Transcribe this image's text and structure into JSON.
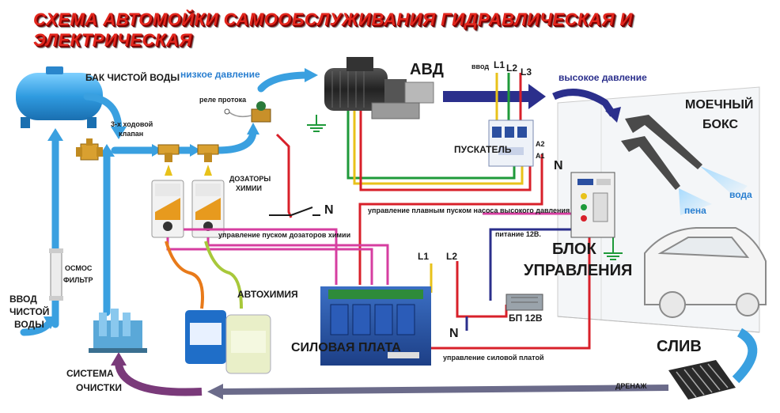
{
  "title": "СХЕМА АВТОМОЙКИ САМООБСЛУЖИВАНИЯ  ГИДРАВЛИЧЕСКАЯ И ЭЛЕКТРИЧЕСКАЯ",
  "labels": {
    "tank": "БАК ЧИСТОЙ ВОДЫ",
    "low_pressure": "низкое давление",
    "flow_relay": "реле протока",
    "valve_line1": "3-х ходовой",
    "valve_line2": "клапан",
    "dosers_line1": "ДОЗАТОРЫ",
    "dosers_line2": "ХИМИИ",
    "avd": "АВД",
    "input": "ввод",
    "l1": "L1",
    "l2": "L2",
    "l3": "L3",
    "high_pressure": "высокое давление",
    "starter": "ПУСКАТЕЛЬ",
    "a1": "А1",
    "a2": "А2",
    "n": "N",
    "box_line1": "МОЕЧНЫЙ",
    "box_line2": "БОКС",
    "water": "вода",
    "foam": "пена",
    "soft_start_control": "управление плавным пуском насоса высокого давления",
    "power_12v": "питание 12В.",
    "control_unit_line1": "БЛОК",
    "control_unit_line2": "УПРАВЛЕНИЯ",
    "doser_start_control": "управление пуском дозаторов химии",
    "osmos_line1": "ОСМОС",
    "osmos_line2": "ФИЛЬТР",
    "water_in_line1": "ВВОД",
    "water_in_line2": "ЧИСТОЙ",
    "water_in_line3": "ВОДЫ",
    "autochem": "АВТОХИМИЯ",
    "psu": "БП 12В",
    "power_board": "СИЛОВАЯ ПЛАТА",
    "power_board_control": "управление силовой платой",
    "drain": "СЛИВ",
    "drainage": "ДРЕНАЖ",
    "cleaning_line1": "СИСТЕМА",
    "cleaning_line2": "ОЧИСТКИ"
  },
  "colors": {
    "title": "#e2261d",
    "water_pipe": "#3aa0e0",
    "high_pressure_pipe": "#2b2f8c",
    "wire_red": "#d8202a",
    "wire_green": "#1f9a3a",
    "wire_yellow": "#e8c21a",
    "wire_pink": "#d63ea0",
    "wire_orange": "#e87a1a",
    "drain_pipe": "#6b3a6b"
  },
  "icons": [
    "water-tank-icon",
    "three-way-valve-icon",
    "flow-relay-icon",
    "doser-icon",
    "motor-pump-icon",
    "starter-icon",
    "spray-gun-icon",
    "control-panel-icon",
    "car-icon",
    "osmosis-filter-icon",
    "cleaning-system-icon",
    "chemical-canister-icon",
    "relay-board-icon",
    "power-supply-icon",
    "drain-grate-icon",
    "ground-icon",
    "switch-icon"
  ]
}
